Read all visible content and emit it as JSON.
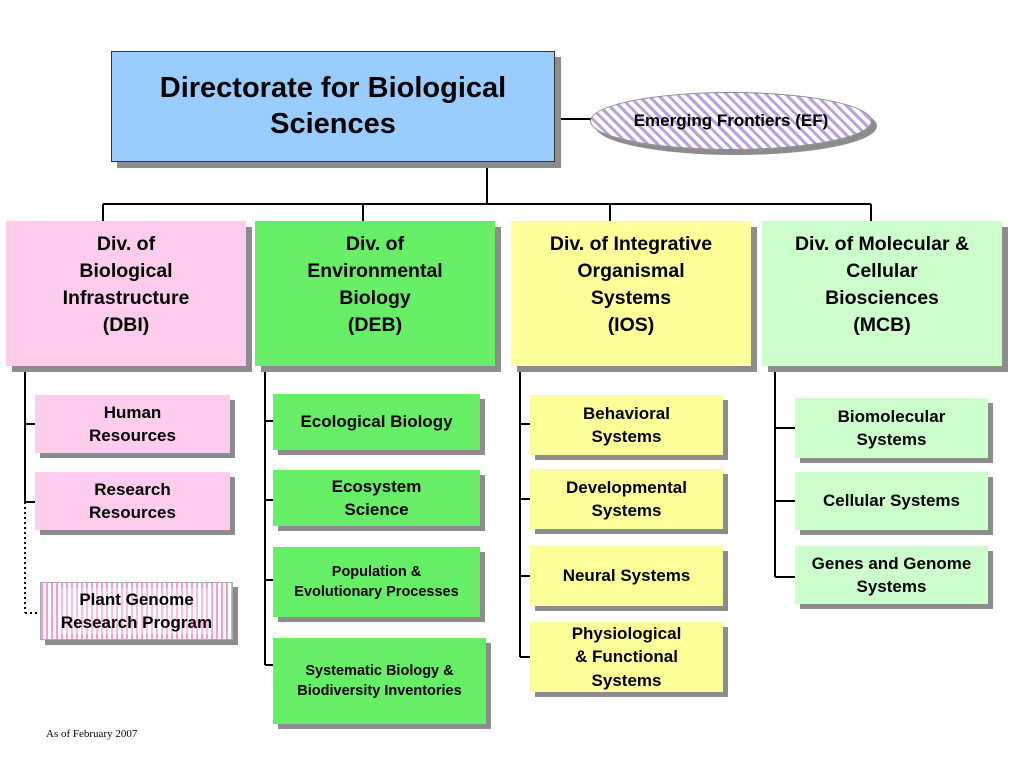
{
  "directorate": {
    "label": "Directorate for Biological\nSciences"
  },
  "emerging_frontiers": {
    "label": "Emerging Frontiers (EF)"
  },
  "divisions": [
    {
      "label": "Div. of\nBiological\nInfrastructure\n(DBI)",
      "color": "#ffccee",
      "units": [
        "Human\nResources",
        "Research\nResources"
      ],
      "special_unit": "Plant Genome\nResearch Program"
    },
    {
      "label": "Div. of\nEnvironmental\nBiology\n(DEB)",
      "color": "#66ee66",
      "units": [
        "Ecological Biology",
        "Ecosystem\nScience",
        "Population &\nEvolutionary Processes",
        "Systematic Biology &\nBiodiversity Inventories"
      ]
    },
    {
      "label": "Div. of Integrative\nOrganismal\nSystems\n(IOS)",
      "color": "#ffff99",
      "units": [
        "Behavioral\nSystems",
        "Developmental\nSystems",
        "Neural Systems",
        "Physiological\n& Functional\nSystems"
      ]
    },
    {
      "label": "Div. of Molecular &\nCellular\nBiosciences\n(MCB)",
      "color": "#ccffcc",
      "units": [
        "Biomolecular\nSystems",
        "Cellular Systems",
        "Genes and Genome\nSystems"
      ]
    }
  ],
  "footnote": "As of February 2007"
}
